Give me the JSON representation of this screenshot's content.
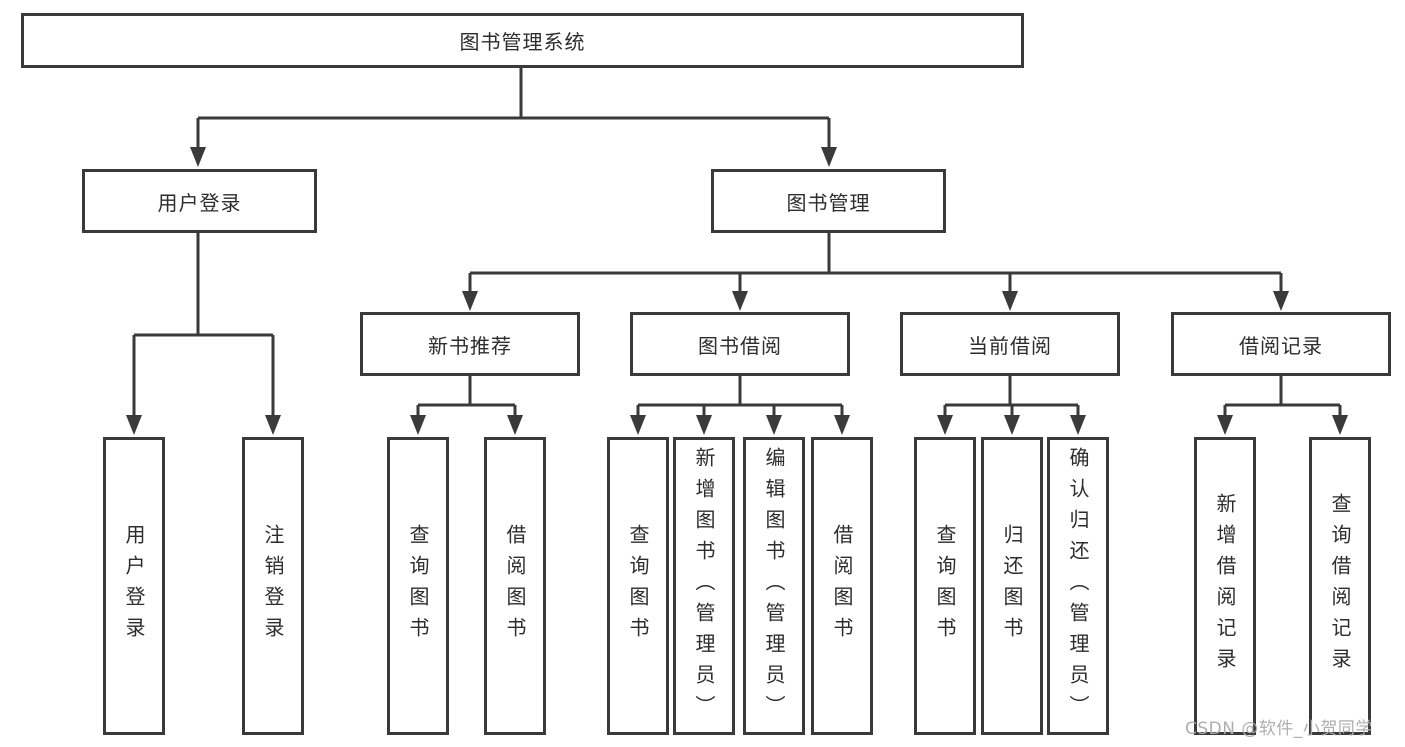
{
  "diagram": {
    "tree": {
      "root": {
        "label": "图书管理系统",
        "children": [
          {
            "label": "用户登录",
            "children": [
              {
                "label": "用户登录"
              },
              {
                "label": "注销登录"
              }
            ]
          },
          {
            "label": "图书管理",
            "children": [
              {
                "label": "新书推荐",
                "children": [
                  {
                    "label": "查询图书"
                  },
                  {
                    "label": "借阅图书"
                  }
                ]
              },
              {
                "label": "图书借阅",
                "children": [
                  {
                    "label": "查询图书"
                  },
                  {
                    "label": "新增图书（管理员）"
                  },
                  {
                    "label": "编辑图书（管理员）"
                  },
                  {
                    "label": "借阅图书"
                  }
                ]
              },
              {
                "label": "当前借阅",
                "children": [
                  {
                    "label": "查询图书"
                  },
                  {
                    "label": "归还图书"
                  },
                  {
                    "label": "确认归还（管理员）"
                  }
                ]
              },
              {
                "label": "借阅记录",
                "children": [
                  {
                    "label": "新增借阅记录"
                  },
                  {
                    "label": "查询借阅记录"
                  }
                ]
              }
            ]
          }
        ]
      }
    },
    "watermark": {
      "text": "CSDN @软件_小贺同学"
    },
    "colors": {
      "line": "#3a3a3a",
      "box_border": "#3a3a3a",
      "box_background": "#ffffff",
      "text": "#2d2d2d",
      "watermark": "#aeaeae",
      "page_background": "#ffffff"
    }
  }
}
